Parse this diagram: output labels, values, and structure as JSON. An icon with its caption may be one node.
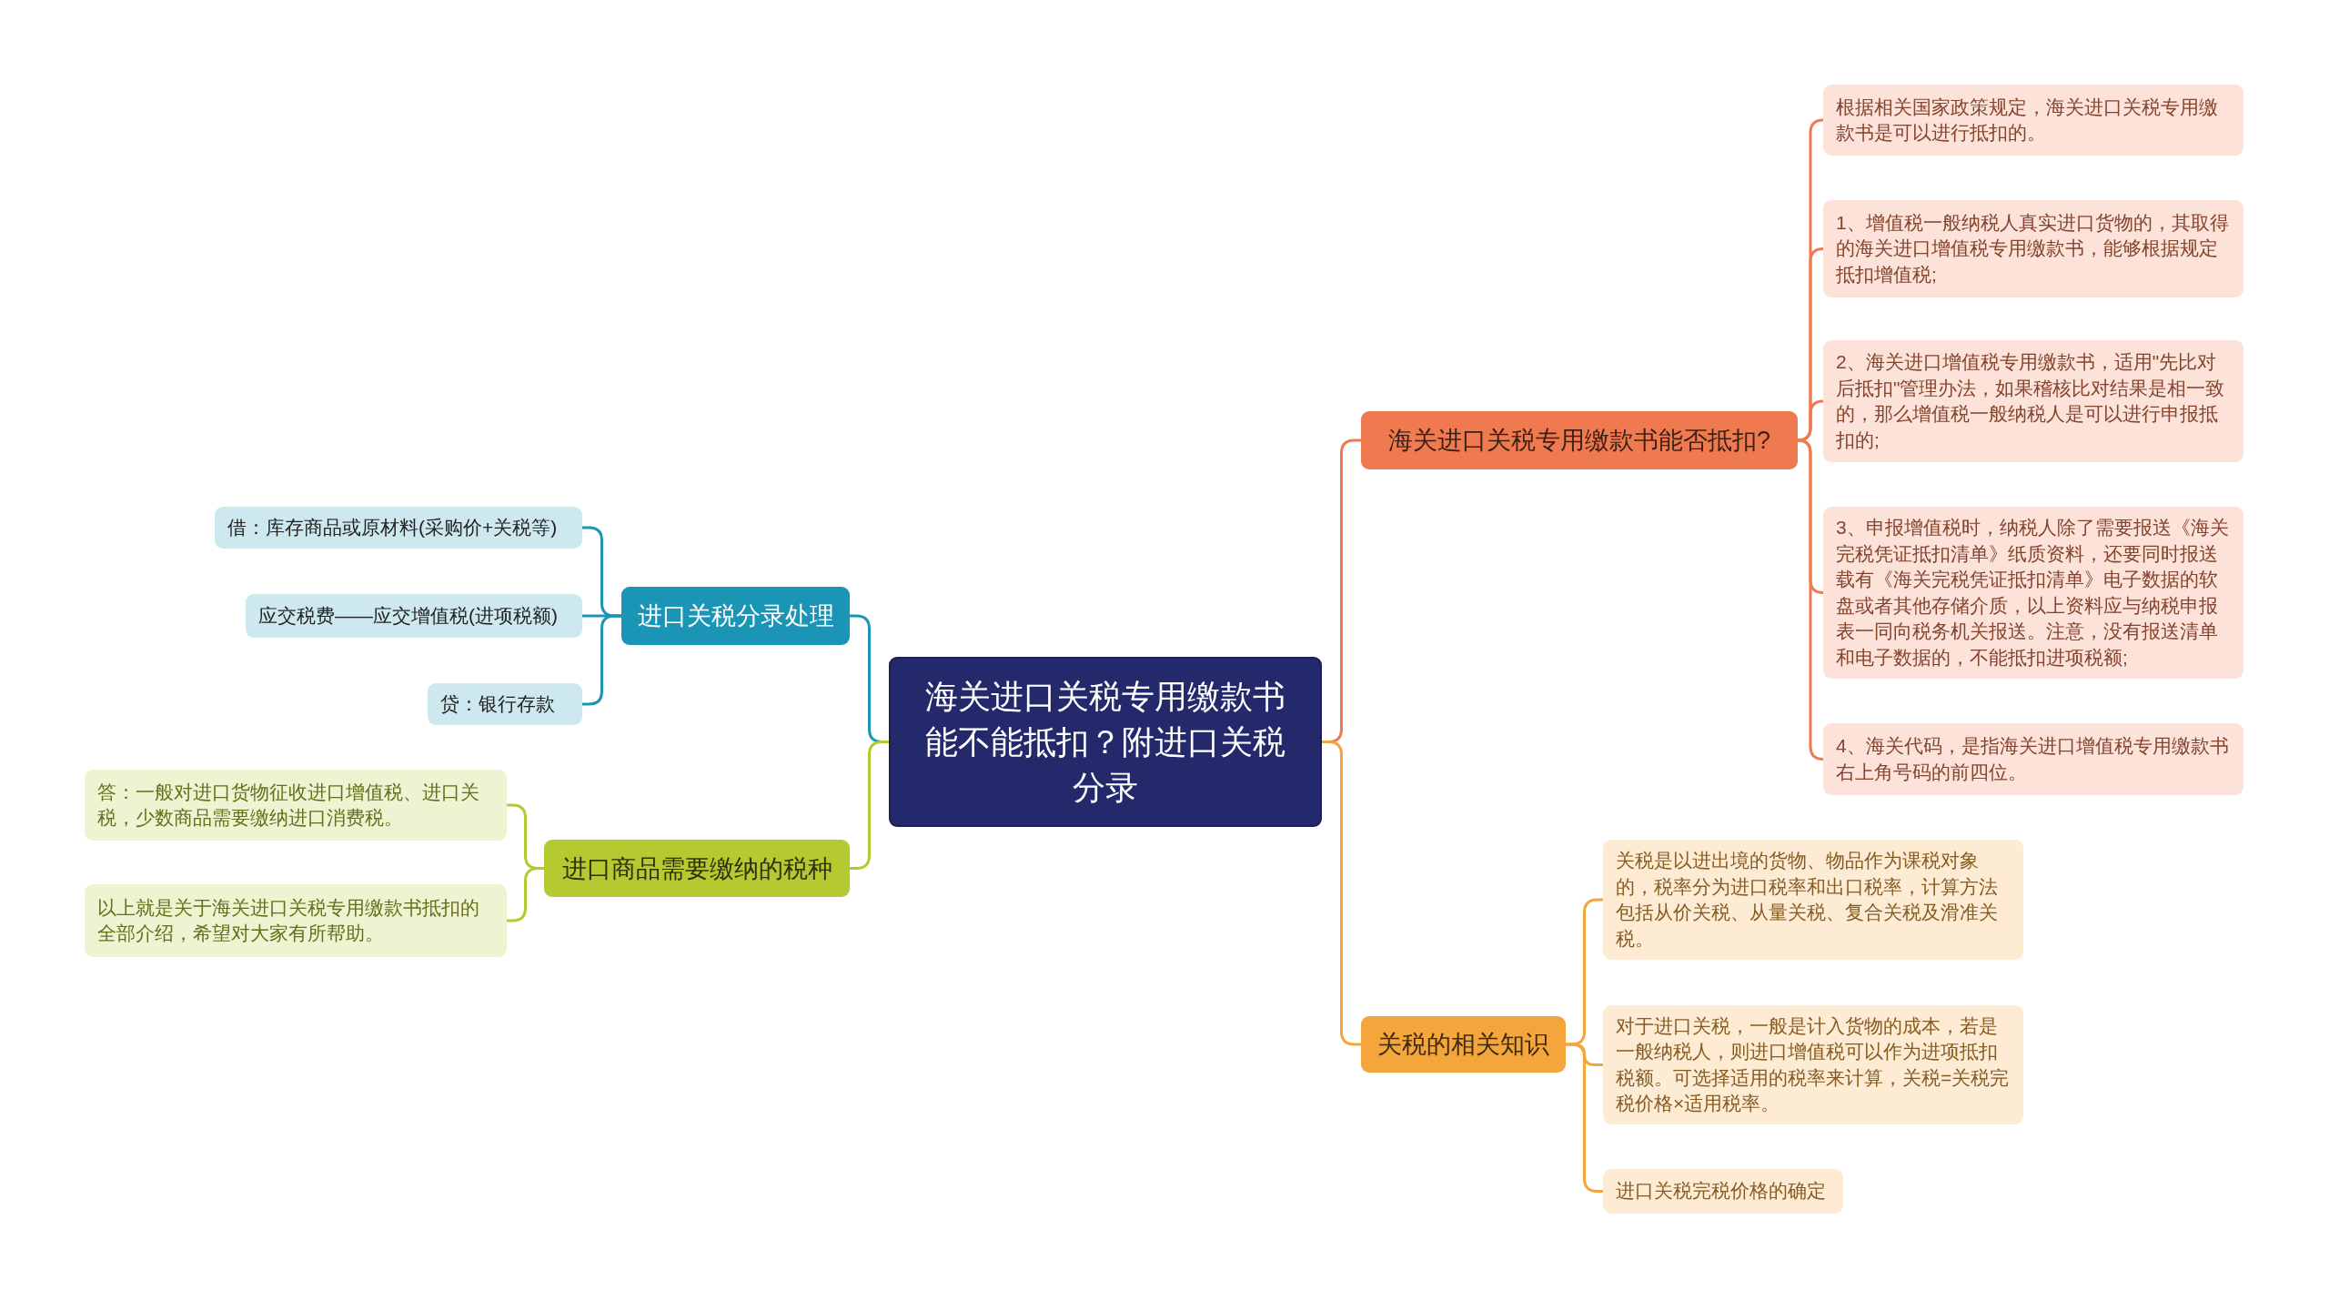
{
  "diagram": {
    "nodes": [
      {
        "text": [
          "海关进口关税专用缴款书能不能抵扣？附进口关税分录"
        ]
      },
      {
        "text": [
          "海关进口关税专用缴款书能否抵扣?"
        ]
      },
      {
        "text": [
          "根据相关国家政策规定，海关进口关税专用缴款书是可以进行抵扣的。"
        ]
      },
      {
        "text": [
          "1、增值税一般纳税人真实进口货物的，其取得的海关进口增值税专用缴款书，能够根据规定抵扣增值税;"
        ]
      },
      {
        "text": [
          "2、海关进口增值税专用缴款书，适用\"先比对后抵扣\"管理办法，如果稽核比对结果是相一致的，那么增值税一般纳税人是可以进行申报抵扣的;"
        ]
      },
      {
        "text": [
          "3、申报增值税时，纳税人除了需要报送《海关完税凭证抵扣清单》纸质资料，还要同时报送载有《海关完税凭证抵扣清单》电子数据的软盘或者其他存储介质，以上资料应与纳税申报表一同向税务机关报送。注意，没有报送清单和电子数据的，不能抵扣进项税额;"
        ]
      },
      {
        "text": [
          "4、海关代码，是指海关进口增值税专用缴款书右上角号码的前四位。"
        ]
      },
      {
        "text": [
          "关税的相关知识"
        ]
      },
      {
        "text": [
          "关税是以进出境的货物、物品作为课税对象的，税率分为进口税率和出口税率，计算方法包括从价关税、从量关税、复合关税及滑准关税。"
        ]
      },
      {
        "text": [
          "对于进口关税，一般是计入货物的成本，若是一般纳税人，则进口增值税可以作为进项抵扣税额。可选择适用的税率来计算，关税=关税完税价格×适用税率。"
        ]
      },
      {
        "text": [
          "进口关税完税价格的确定"
        ]
      },
      {
        "text": [
          "进口关税分录处理"
        ]
      },
      {
        "text": [
          "借：库存商品或原材料(采购价+关税等)"
        ]
      },
      {
        "text": [
          "应交税费——应交增值税(进项税额)"
        ]
      },
      {
        "text": [
          "贷：银行存款"
        ]
      },
      {
        "text": [
          "进口商品需要缴纳的税种"
        ]
      },
      {
        "text": [
          "答：一般对进口货物征收进口增值税、进口关税，少数商品需要缴纳进口消费税。"
        ]
      },
      {
        "text": [
          "以上就是关于海关进口关税专用缴款书抵扣的全部介绍，希望对大家有所帮助。"
        ]
      }
    ],
    "edges": [
      {
        "from": 0,
        "to": 1,
        "arrow": "none",
        "color": "#f07a50"
      },
      {
        "from": 1,
        "to": 2,
        "arrow": "none",
        "color": "#f07a50"
      },
      {
        "from": 1,
        "to": 3,
        "arrow": "none",
        "color": "#f07a50"
      },
      {
        "from": 1,
        "to": 4,
        "arrow": "none",
        "color": "#f07a50"
      },
      {
        "from": 1,
        "to": 5,
        "arrow": "none",
        "color": "#f07a50"
      },
      {
        "from": 1,
        "to": 6,
        "arrow": "none",
        "color": "#f07a50"
      },
      {
        "from": 0,
        "to": 7,
        "arrow": "none",
        "color": "#f4a63c"
      },
      {
        "from": 7,
        "to": 8,
        "arrow": "none",
        "color": "#f4a63c"
      },
      {
        "from": 7,
        "to": 9,
        "arrow": "none",
        "color": "#f4a63c"
      },
      {
        "from": 7,
        "to": 10,
        "arrow": "none",
        "color": "#f4a63c"
      },
      {
        "from": 0,
        "to": 11,
        "arrow": "none",
        "color": "#1b95b5"
      },
      {
        "from": 11,
        "to": 12,
        "arrow": "none",
        "color": "#1b95b5"
      },
      {
        "from": 11,
        "to": 13,
        "arrow": "none",
        "color": "#1b95b5"
      },
      {
        "from": 11,
        "to": 14,
        "arrow": "none",
        "color": "#1b95b5"
      },
      {
        "from": 0,
        "to": 15,
        "arrow": "none",
        "color": "#b5c930"
      },
      {
        "from": 15,
        "to": 16,
        "arrow": "none",
        "color": "#b5c930"
      },
      {
        "from": 15,
        "to": 17,
        "arrow": "none",
        "color": "#b5c930"
      }
    ]
  }
}
